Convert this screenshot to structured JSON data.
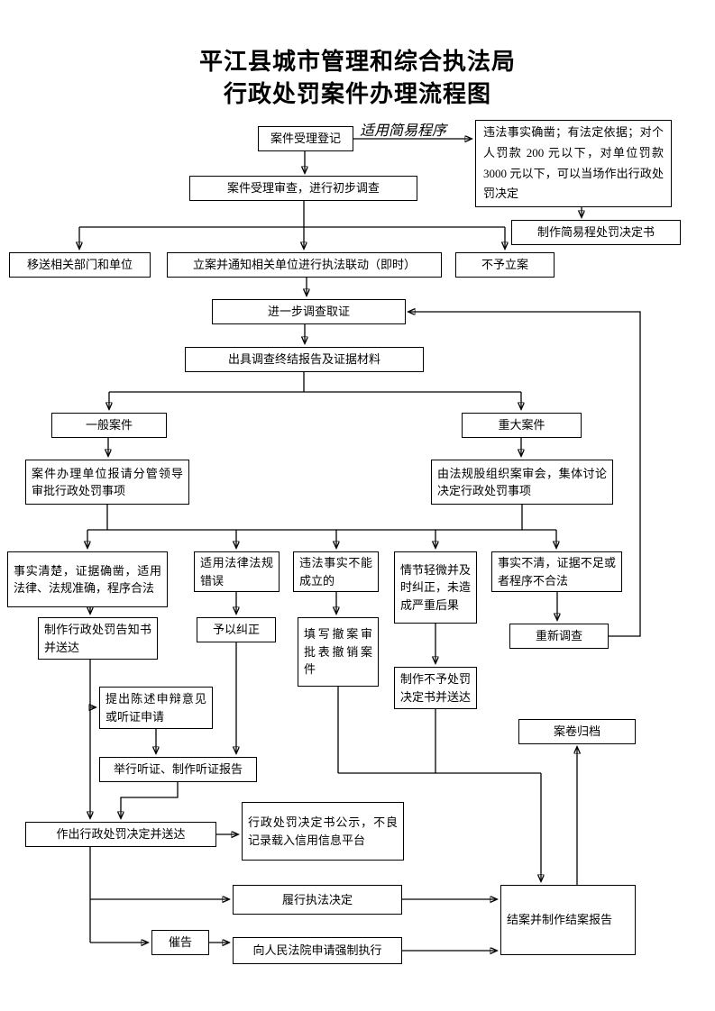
{
  "title": {
    "line1": "平江县城市管理和综合执法局",
    "line2": "行政处罚案件办理流程图"
  },
  "labels": {
    "simple_procedure": "适用简易程序"
  },
  "nodes": {
    "case_registration": "案件受理登记",
    "simple_condition": "违法事实确凿；有法定依据；对个人罚款 200 元以下，对单位罚款 3000 元以下，可以当场作出行政处罚决定",
    "simple_decision": "制作简易程处罚决定书",
    "initial_review": "案件受理审查，进行初步调查",
    "transfer": "移送相关部门和单位",
    "file_case": "立案并通知相关单位进行执法联动（即时）",
    "no_case": "不予立案",
    "further_investigation": "进一步调查取证",
    "final_report": "出具调查终结报告及证据材料",
    "general_case": "一般案件",
    "major_case": "重大案件",
    "general_approval": "案件办理单位报请分管领导审批行政处罚事项",
    "major_review": "由法规股组织案审会，集体讨论决定行政处罚事项",
    "facts_clear": "事实清楚，证据确凿，适用法律、法规准确，程序合法",
    "wrong_law": "适用法律法规错误",
    "facts_unfounded": "违法事实不能成立的",
    "minor_violation": "情节轻微并及时纠正，未造成严重后果",
    "facts_unclear": "事实不清，证据不足或者程序不合法",
    "penalty_notice": "制作行政处罚告知书并送达",
    "correction": "予以纠正",
    "withdraw_case": "填写撤案审批表撤销案件",
    "no_penalty": "制作不予处罚决定书并送达",
    "reinvestigate": "重新调查",
    "statement_defense": "提出陈述申辩意见或听证申请",
    "archive": "案卷归档",
    "hearing": "举行听证、制作听证报告",
    "publicity": "行政处罚决定书公示，不良记录载入信用信息平台",
    "penalty_decision": "作出行政处罚决定并送达",
    "perform_decision": "履行执法决定",
    "urge": "催告",
    "court_enforcement": "向人民法院申请强制执行",
    "close_case": "结案并制作结案报告"
  }
}
